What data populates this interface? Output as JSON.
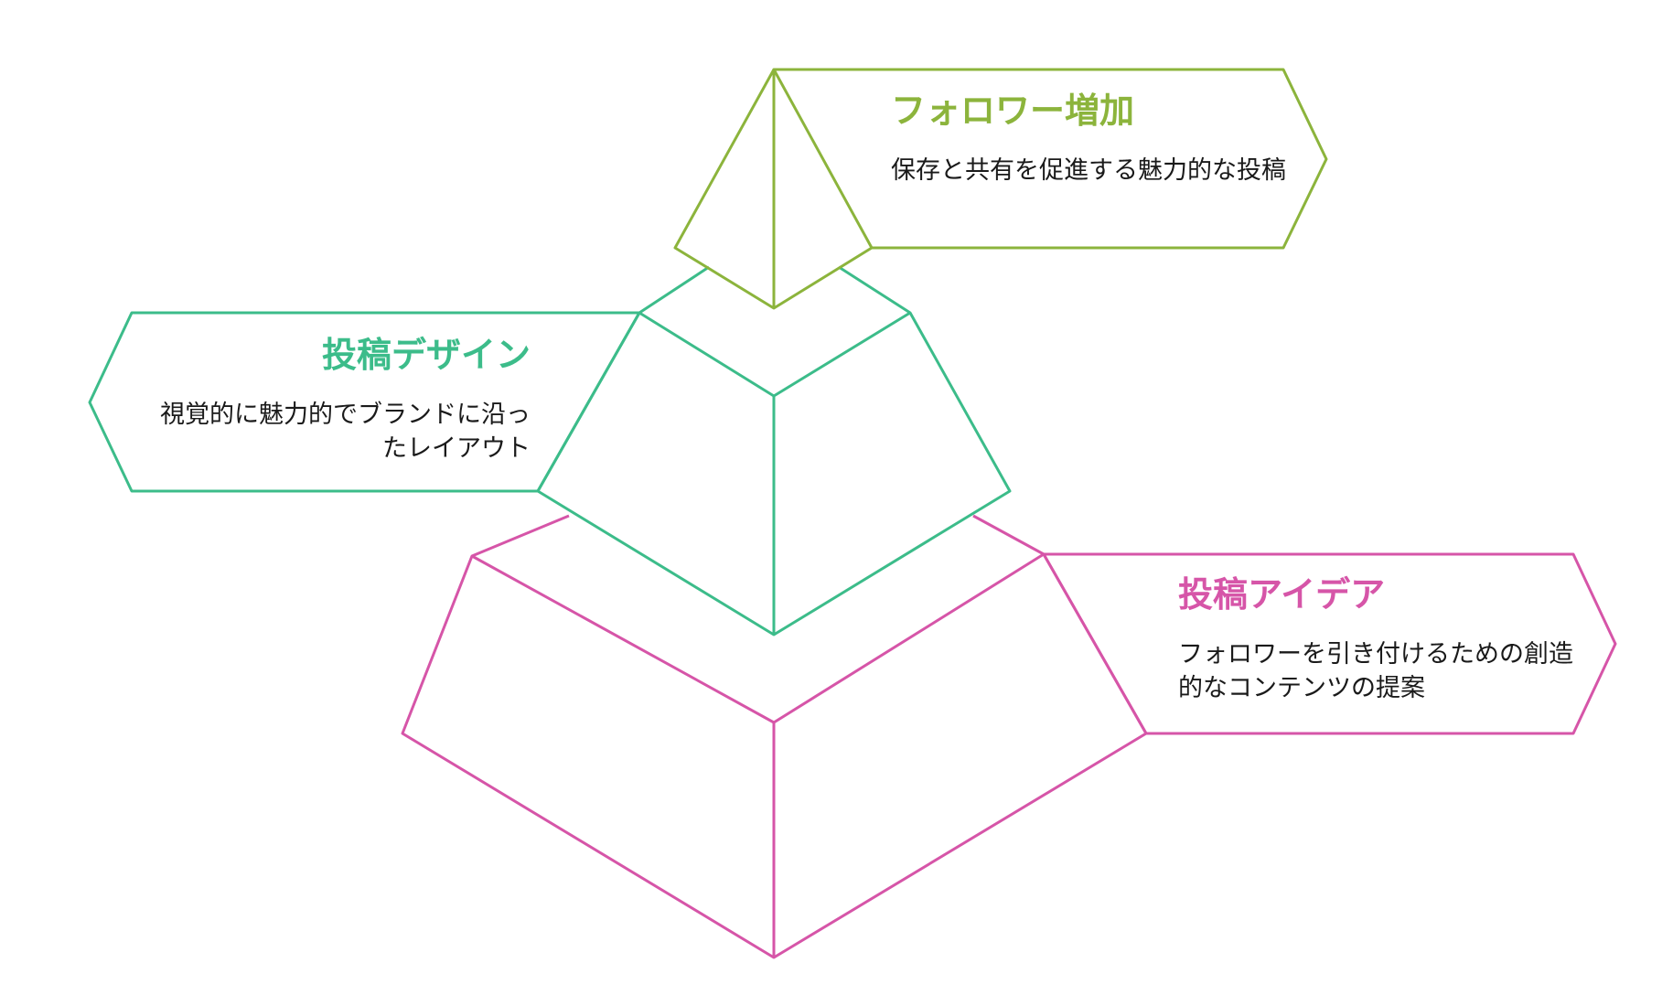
{
  "colors": {
    "top": "#8cb43c",
    "middle": "#3cbc8a",
    "bottom": "#d655a8"
  },
  "tiers": {
    "top": {
      "title": "フォロワー増加",
      "description": "保存と共有を促進する魅力的な投稿"
    },
    "middle": {
      "title": "投稿デザイン",
      "description": "視覚的に魅力的でブランドに沿ったレイアウト"
    },
    "bottom": {
      "title": "投稿アイデア",
      "description": "フォロワーを引き付けるための創造的なコンテンツの提案"
    }
  }
}
